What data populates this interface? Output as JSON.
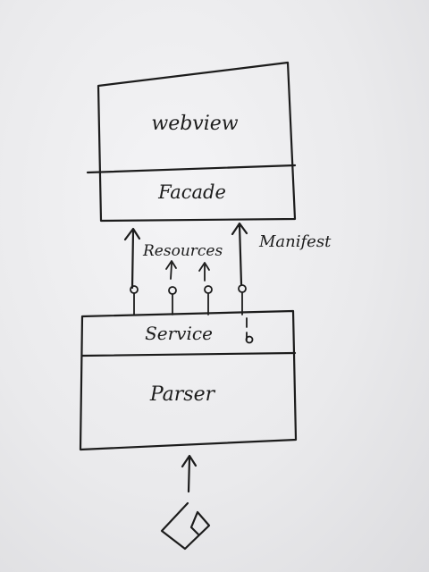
{
  "diagram": {
    "top_box": {
      "upper_label": "webview",
      "lower_label": "Facade"
    },
    "bottom_box": {
      "upper_label": "Service",
      "lower_label": "Parser"
    },
    "arrows": {
      "resources_label": "Resources",
      "manifest_label": "Manifest"
    },
    "input_shape": "hand-drawn diamond document"
  },
  "colors": {
    "ink": "#1c1c1c",
    "paper": "#eaeaec"
  }
}
